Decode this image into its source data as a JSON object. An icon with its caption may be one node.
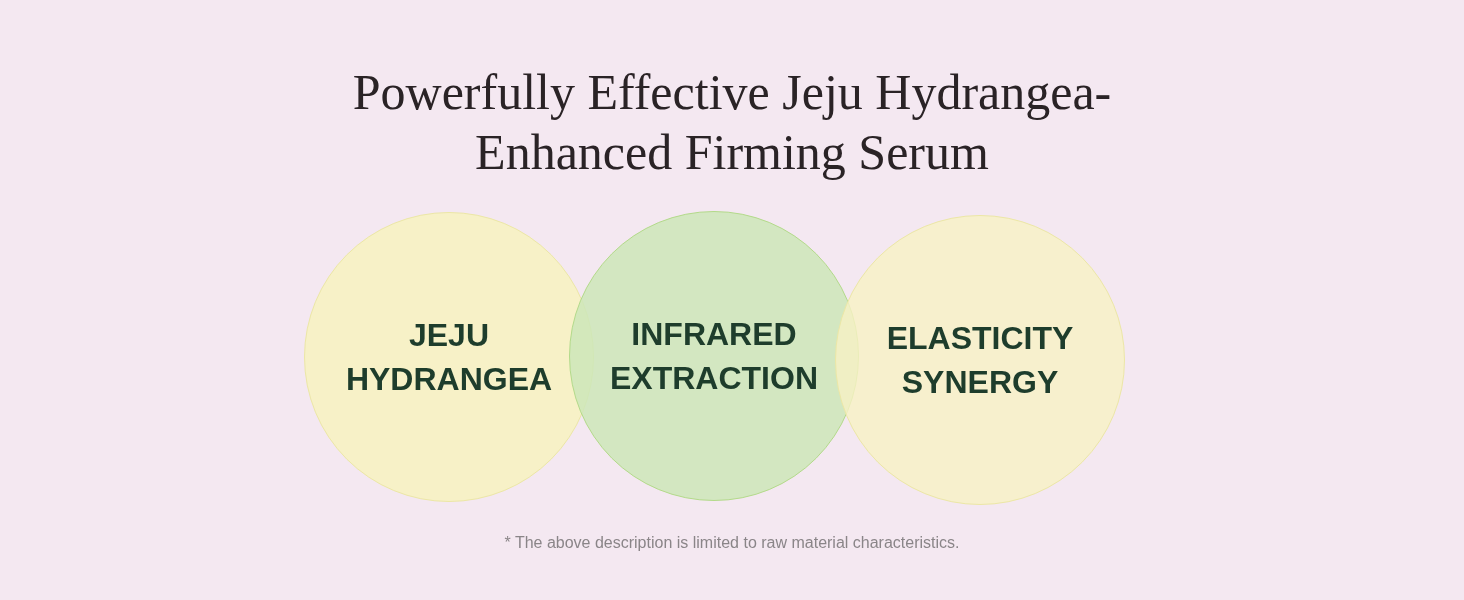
{
  "diagram": {
    "title": "Powerfully Effective Jeju Hydrangea-Enhanced Firming Serum",
    "nodes": [
      {
        "text": [
          "JEJU HYDRANGEA"
        ]
      },
      {
        "text": [
          "INFRARED EXTRACTION"
        ]
      },
      {
        "text": [
          "ELASTICITY SYNERGY"
        ]
      }
    ],
    "caption": "* The above description is limited to raw material characteristics."
  }
}
